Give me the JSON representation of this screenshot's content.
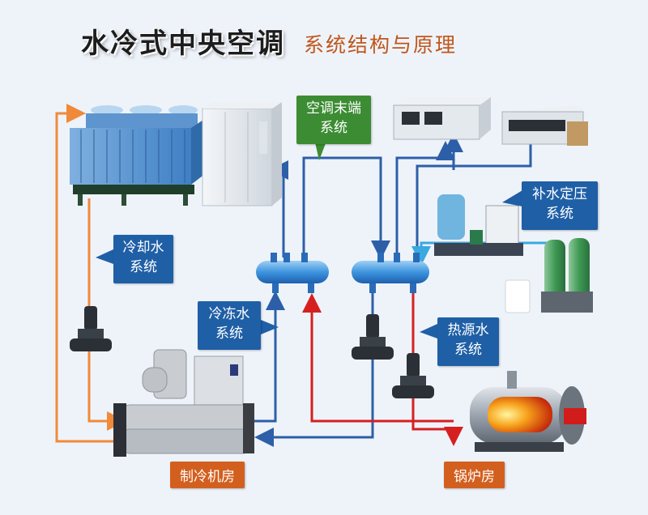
{
  "title": "水冷式中央空调",
  "subtitle": "系统结构与原理",
  "labels": {
    "terminal": [
      "空调末端",
      "系统"
    ],
    "makeup": [
      "补水定压",
      "系统"
    ],
    "cooling": [
      "冷却水",
      "系统"
    ],
    "chilled": [
      "冷冻水",
      "系统"
    ],
    "heat": [
      "热源水",
      "系统"
    ],
    "chiller_room": "制冷机房",
    "boiler_room": "锅炉房"
  },
  "colors": {
    "cooling_pipe": "#f08a3a",
    "chilled_pipe": "#2c5fa8",
    "hot_pipe": "#d62020",
    "makeup_pipe": "#39a9e0",
    "label_blue": "#1f5fa6",
    "label_green": "#3c8c33",
    "label_orange": "#d35f1f"
  }
}
